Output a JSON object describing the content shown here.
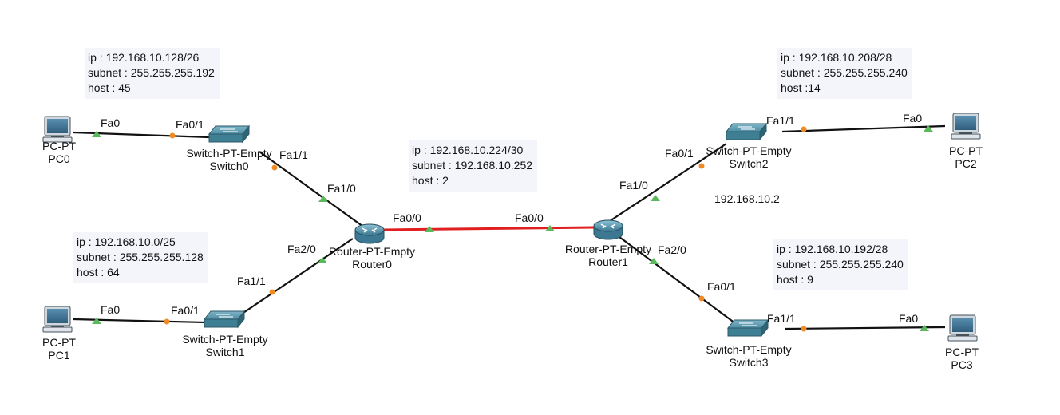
{
  "notes": {
    "n1": {
      "ip": "ip : 192.168.10.128/26",
      "subnet": "subnet : 255.255.255.192",
      "host": "host : 45"
    },
    "n2": {
      "ip": "ip : 192.168.10.0/25",
      "subnet": "subnet : 255.255.255.128",
      "host": "host : 64"
    },
    "n3": {
      "ip": "ip : 192.168.10.224/30",
      "subnet": "subnet : 192.168.10.252",
      "host": "host : 2"
    },
    "n4": {
      "ip": "ip : 192.168.10.208/28",
      "subnet": "subnet : 255.255.255.240",
      "host": "host :14"
    },
    "n5": {
      "ip": "ip : 192.168.10.192/28",
      "subnet": "subnet : 255.255.255.240",
      "host": "host : 9"
    }
  },
  "free_text": "192.168.10.2",
  "devices": {
    "pc0": {
      "type": "PC-PT",
      "name": "PC0"
    },
    "pc1": {
      "type": "PC-PT",
      "name": "PC1"
    },
    "pc2": {
      "type": "PC-PT",
      "name": "PC2"
    },
    "pc3": {
      "type": "PC-PT",
      "name": "PC3"
    },
    "switch0": {
      "type": "Switch-PT-Empty",
      "name": "Switch0"
    },
    "switch1": {
      "type": "Switch-PT-Empty",
      "name": "Switch1"
    },
    "switch2": {
      "type": "Switch-PT-Empty",
      "name": "Switch2"
    },
    "switch3": {
      "type": "Switch-PT-Empty",
      "name": "Switch3"
    },
    "router0": {
      "type": "Router-PT-Empty",
      "name": "Router0"
    },
    "router1": {
      "type": "Router-PT-Empty",
      "name": "Router1"
    }
  },
  "ports": {
    "pc0_fa0": "Fa0",
    "sw0_fa01": "Fa0/1",
    "sw0_fa11": "Fa1/1",
    "r0_fa10": "Fa1/0",
    "r0_fa00": "Fa0/0",
    "r0_fa20": "Fa2/0",
    "sw1_fa11": "Fa1/1",
    "sw1_fa01": "Fa0/1",
    "pc1_fa0": "Fa0",
    "r1_fa00": "Fa0/0",
    "r1_fa10": "Fa1/0",
    "r1_fa20": "Fa2/0",
    "sw2_fa01": "Fa0/1",
    "sw2_fa11": "Fa1/1",
    "pc2_fa0": "Fa0",
    "sw3_fa01": "Fa0/1",
    "sw3_fa11": "Fa1/1",
    "pc3_fa0": "Fa0"
  },
  "colors": {
    "link": "#111111",
    "serial_link": "#e02020",
    "link_up": "#5cb85c",
    "link_blocking": "#f08a24",
    "note_bg": "#f3f5fb",
    "device_teal": "#3f7f93"
  },
  "icons": [
    "pc-icon",
    "switch-icon",
    "router-icon"
  ]
}
